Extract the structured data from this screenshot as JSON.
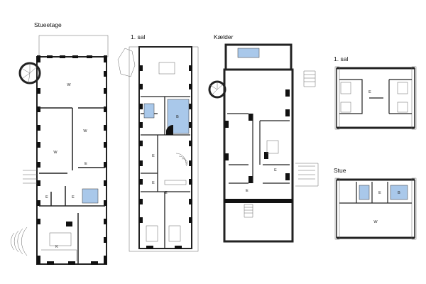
{
  "plans": {
    "ground": {
      "title": "Stueetage",
      "rooms": {
        "w1": "W",
        "w2": "W",
        "w3": "W",
        "e1": "E",
        "e2": "E",
        "e3": "E",
        "k": "K"
      }
    },
    "first": {
      "title": "1. sal",
      "rooms": {
        "b": "B",
        "e1": "E",
        "e2": "E",
        "e3": "E"
      }
    },
    "basement": {
      "title": "Kælder",
      "rooms": {
        "e1": "E",
        "e2": "E"
      }
    },
    "annex_first": {
      "title": "1. sal",
      "rooms": {
        "e": "E"
      }
    },
    "annex_ground": {
      "title": "Stue",
      "rooms": {
        "e": "E",
        "b": "B",
        "w": "W"
      }
    }
  },
  "colors": {
    "bathroom": "#a9c8ea",
    "wall": "#111111"
  }
}
